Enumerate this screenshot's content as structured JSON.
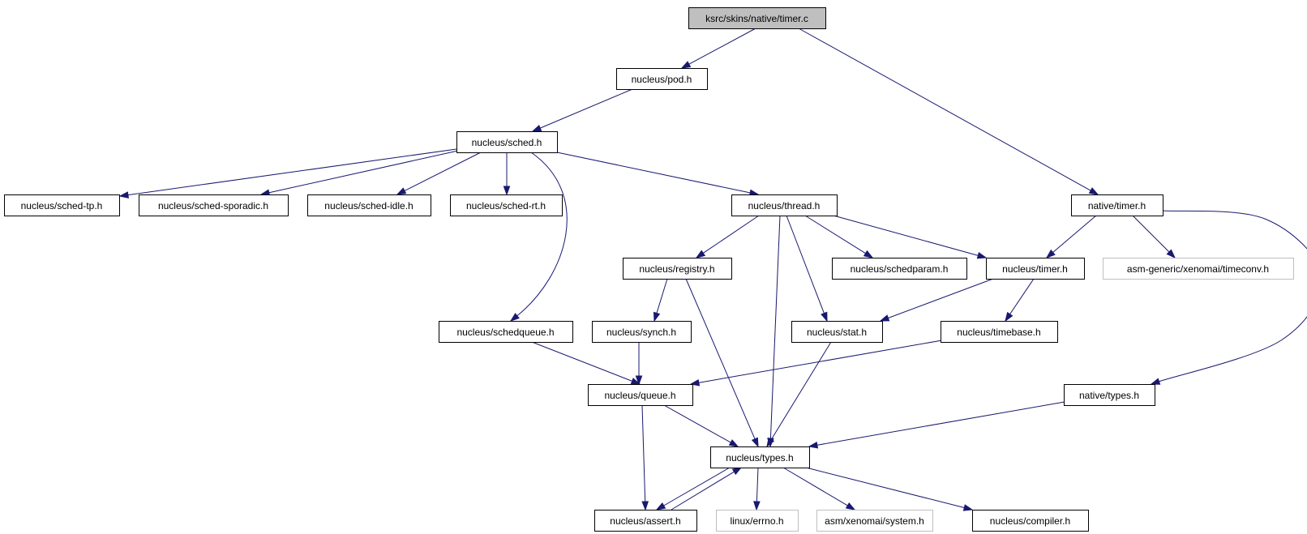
{
  "colors": {
    "edge": "#191970",
    "root_fill": "#bfbfbf",
    "node_border": "#000000",
    "external_border": "#bfbfbf",
    "background": "#ffffff"
  },
  "nodes": {
    "timer_c": {
      "label": "ksrc/skins/native/timer.c",
      "kind": "root"
    },
    "pod_h": {
      "label": "nucleus/pod.h",
      "kind": "normal"
    },
    "sched_h": {
      "label": "nucleus/sched.h",
      "kind": "normal"
    },
    "sched_tp_h": {
      "label": "nucleus/sched-tp.h",
      "kind": "normal"
    },
    "sched_sporadic_h": {
      "label": "nucleus/sched-sporadic.h",
      "kind": "normal"
    },
    "sched_idle_h": {
      "label": "nucleus/sched-idle.h",
      "kind": "normal"
    },
    "sched_rt_h": {
      "label": "nucleus/sched-rt.h",
      "kind": "normal"
    },
    "thread_h": {
      "label": "nucleus/thread.h",
      "kind": "normal"
    },
    "native_timer_h": {
      "label": "native/timer.h",
      "kind": "normal"
    },
    "registry_h": {
      "label": "nucleus/registry.h",
      "kind": "normal"
    },
    "schedparam_h": {
      "label": "nucleus/schedparam.h",
      "kind": "normal"
    },
    "nucleus_timer_h": {
      "label": "nucleus/timer.h",
      "kind": "normal"
    },
    "timeconv_h": {
      "label": "asm-generic/xenomai/timeconv.h",
      "kind": "external"
    },
    "schedqueue_h": {
      "label": "nucleus/schedqueue.h",
      "kind": "normal"
    },
    "synch_h": {
      "label": "nucleus/synch.h",
      "kind": "normal"
    },
    "stat_h": {
      "label": "nucleus/stat.h",
      "kind": "normal"
    },
    "timebase_h": {
      "label": "nucleus/timebase.h",
      "kind": "normal"
    },
    "queue_h": {
      "label": "nucleus/queue.h",
      "kind": "normal"
    },
    "native_types_h": {
      "label": "native/types.h",
      "kind": "normal"
    },
    "types_h": {
      "label": "nucleus/types.h",
      "kind": "normal"
    },
    "assert_h": {
      "label": "nucleus/assert.h",
      "kind": "normal"
    },
    "errno_h": {
      "label": "linux/errno.h",
      "kind": "external"
    },
    "system_h": {
      "label": "asm/xenomai/system.h",
      "kind": "external"
    },
    "compiler_h": {
      "label": "nucleus/compiler.h",
      "kind": "normal"
    }
  },
  "edges": [
    {
      "from": "timer_c",
      "to": "pod_h"
    },
    {
      "from": "timer_c",
      "to": "native_timer_h"
    },
    {
      "from": "pod_h",
      "to": "sched_h"
    },
    {
      "from": "sched_h",
      "to": "sched_tp_h"
    },
    {
      "from": "sched_h",
      "to": "sched_sporadic_h"
    },
    {
      "from": "sched_h",
      "to": "sched_idle_h"
    },
    {
      "from": "sched_h",
      "to": "sched_rt_h"
    },
    {
      "from": "sched_h",
      "to": "thread_h"
    },
    {
      "from": "sched_h",
      "to": "schedqueue_h"
    },
    {
      "from": "thread_h",
      "to": "registry_h"
    },
    {
      "from": "thread_h",
      "to": "schedparam_h"
    },
    {
      "from": "thread_h",
      "to": "nucleus_timer_h"
    },
    {
      "from": "thread_h",
      "to": "stat_h"
    },
    {
      "from": "thread_h",
      "to": "types_h"
    },
    {
      "from": "native_timer_h",
      "to": "nucleus_timer_h"
    },
    {
      "from": "native_timer_h",
      "to": "timeconv_h"
    },
    {
      "from": "native_timer_h",
      "to": "native_types_h"
    },
    {
      "from": "registry_h",
      "to": "synch_h"
    },
    {
      "from": "registry_h",
      "to": "types_h"
    },
    {
      "from": "nucleus_timer_h",
      "to": "stat_h"
    },
    {
      "from": "nucleus_timer_h",
      "to": "timebase_h"
    },
    {
      "from": "schedqueue_h",
      "to": "queue_h"
    },
    {
      "from": "synch_h",
      "to": "queue_h"
    },
    {
      "from": "timebase_h",
      "to": "queue_h"
    },
    {
      "from": "stat_h",
      "to": "types_h"
    },
    {
      "from": "queue_h",
      "to": "types_h"
    },
    {
      "from": "queue_h",
      "to": "assert_h"
    },
    {
      "from": "native_types_h",
      "to": "types_h"
    },
    {
      "from": "types_h",
      "to": "assert_h"
    },
    {
      "from": "types_h",
      "to": "errno_h"
    },
    {
      "from": "types_h",
      "to": "system_h"
    },
    {
      "from": "types_h",
      "to": "compiler_h"
    },
    {
      "from": "assert_h",
      "to": "types_h"
    }
  ]
}
